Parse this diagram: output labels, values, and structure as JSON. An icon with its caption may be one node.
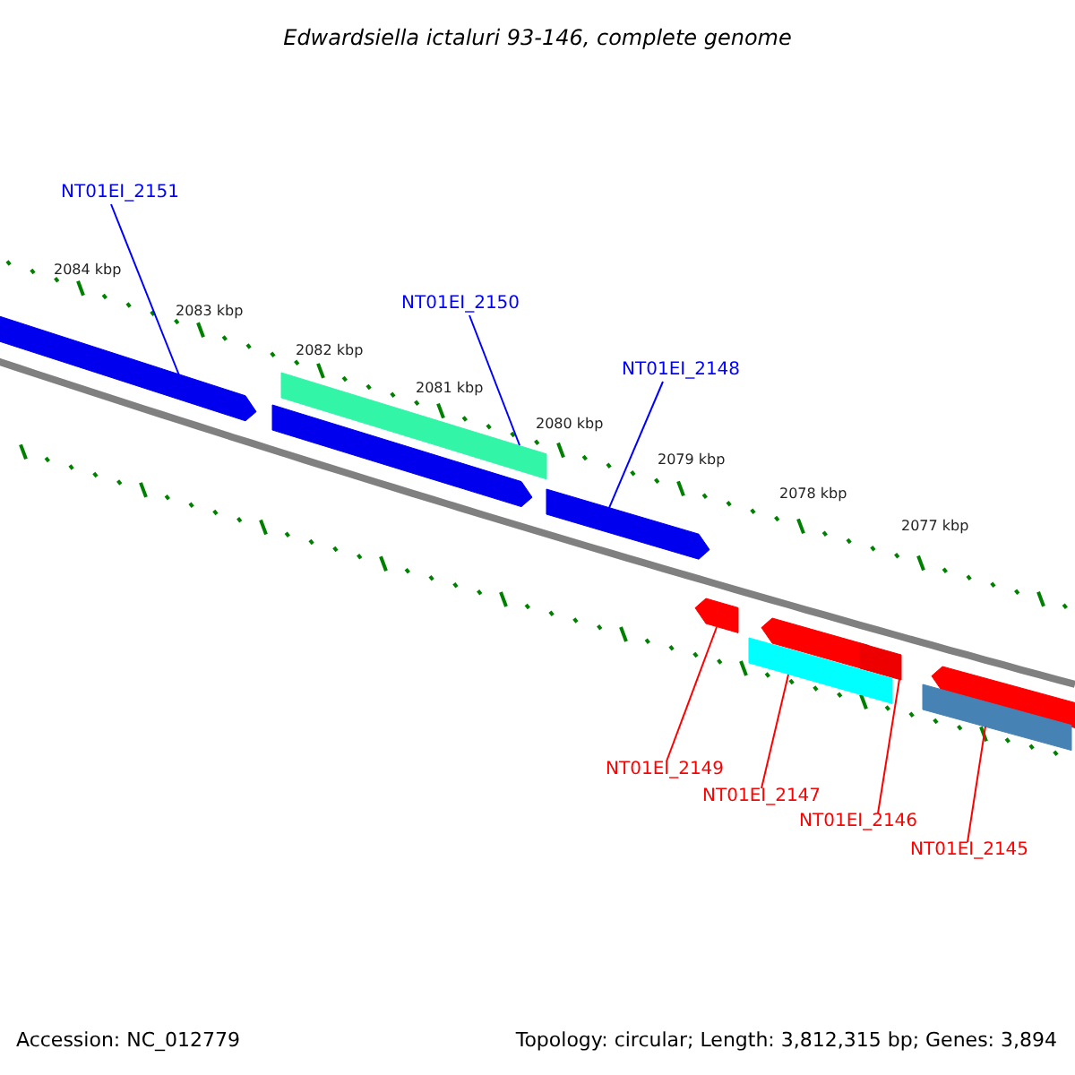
{
  "diagram": {
    "title": "Edwardsiella ictaluri 93-146, complete genome",
    "nodes": [
      {
        "text": [
          "NT01EI_2151"
        ]
      },
      {
        "text": [
          "NT01EI_2150"
        ]
      },
      {
        "text": [],
        "shape": "bar"
      },
      {
        "text": [
          "NT01EI_2148"
        ]
      },
      {
        "text": [],
        "shape": "bar"
      },
      {
        "text": [],
        "shape": "bar"
      },
      {
        "text": [],
        "shape": "bar"
      },
      {
        "text": [],
        "shape": "bar"
      },
      {
        "text": [],
        "shape": "bar"
      },
      {
        "text": [],
        "shape": "bar"
      },
      {
        "text": [],
        "shape": "bar"
      },
      {
        "text": [],
        "shape": "bar"
      },
      {
        "text": [],
        "shape": "bar"
      },
      {
        "text": [
          "NT01EI_2149"
        ]
      },
      {
        "text": [
          "NT01EI_2147"
        ]
      },
      {
        "text": [
          "NT01EI_2146"
        ]
      },
      {
        "text": [
          "NT01EI_2145"
        ]
      }
    ],
    "edges": [
      {
        "from": 0,
        "to": 2,
        "arrow": "none",
        "color": "#0000ff"
      },
      {
        "from": 1,
        "to": 4,
        "arrow": "none",
        "color": "#0000ff"
      },
      {
        "from": 3,
        "to": 6,
        "arrow": "none",
        "color": "#0000ff"
      },
      {
        "from": 13,
        "to": 7,
        "arrow": "none"
      },
      {
        "from": 14,
        "to": 10,
        "arrow": "none"
      },
      {
        "from": 15,
        "to": 9,
        "arrow": "none"
      },
      {
        "from": 16,
        "to": 12,
        "arrow": "none"
      }
    ],
    "labels": [
      "2084 kbp",
      "2083 kbp",
      "2082 kbp",
      "2081 kbp",
      "2080 kbp",
      "2079 kbp",
      "2078 kbp",
      "2077 kbp",
      "Accession: NC_012779",
      "Topology: circular; Length: 3,812,315 bp; Genes: 3,894"
    ]
  }
}
